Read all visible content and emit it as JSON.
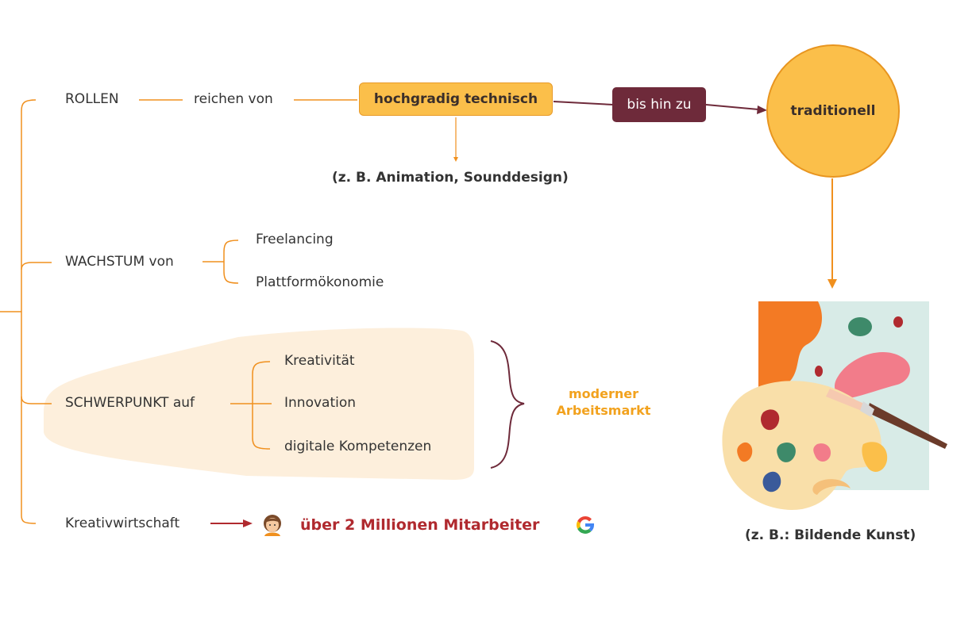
{
  "branches": {
    "rollen": "ROLLEN",
    "reichen_von": "reichen von",
    "wachstum": "WACHSTUM von",
    "schwerpunkt": "SCHWERPUNKT auf",
    "kreativwirtschaft": "Kreativwirtschaft"
  },
  "roles": {
    "technical": "hochgradig technisch",
    "technical_example": "(z. B. Animation, Sounddesign)",
    "connector": "bis hin zu",
    "traditional": "traditionell",
    "traditional_example": "(z. B.: Bildende Kunst)"
  },
  "growth": {
    "items": [
      "Freelancing",
      "Plattformökonomie"
    ]
  },
  "focus": {
    "items": [
      "Kreativität",
      "Innovation",
      "digitale Kompetenzen"
    ],
    "summary": "moderner Arbeitsmarkt"
  },
  "economy": {
    "employees": "über 2 Millionen Mitarbeiter"
  },
  "colors": {
    "line": "#f0901e",
    "accent": "#fbbf4a",
    "dark": "#6e2a3a",
    "highlight_bg": "#fdefdc",
    "red": "#b02a2f"
  },
  "icons": {
    "person": "person-icon",
    "google": "google-logo-icon",
    "palette": "paint-palette-icon"
  }
}
